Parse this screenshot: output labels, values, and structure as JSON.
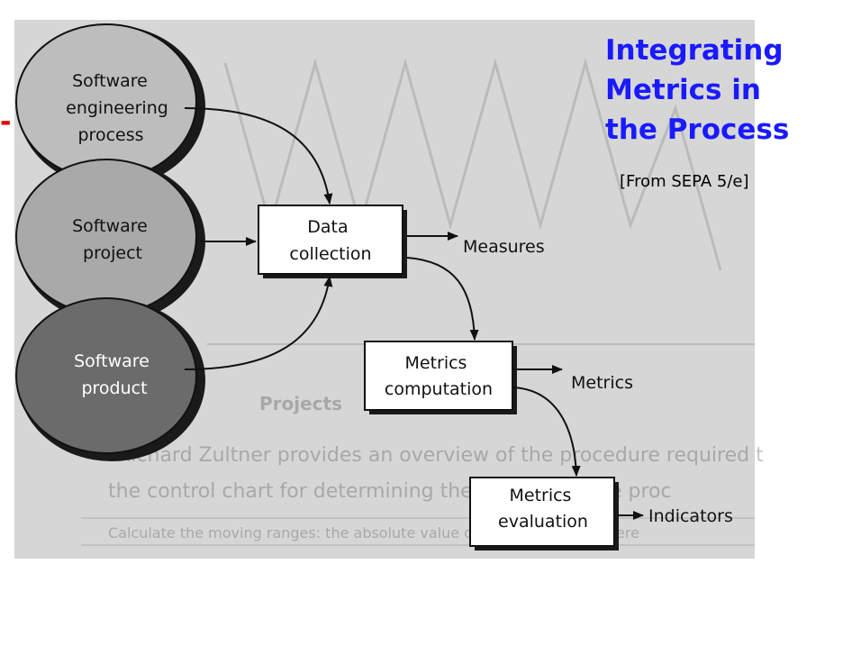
{
  "slide": {
    "title_lines": [
      "Integrating",
      "Metrics in",
      "the Process"
    ],
    "source": "[From SEPA 5/e]",
    "marker": "-"
  },
  "diagram": {
    "circles": [
      {
        "lines": [
          "Software",
          "engineering",
          "process"
        ],
        "fill": "#bdbdbd"
      },
      {
        "lines": [
          "Software",
          "project"
        ],
        "fill": "#a9a9a9"
      },
      {
        "lines": [
          "Software",
          "product"
        ],
        "fill": "#6b6b6b",
        "text_color": "#ffffff"
      }
    ],
    "boxes": [
      {
        "lines": [
          "Data",
          "collection"
        ]
      },
      {
        "lines": [
          "Metrics",
          "computation"
        ]
      },
      {
        "lines": [
          "Metrics",
          "evaluation"
        ]
      }
    ],
    "outputs": [
      "Measures",
      "Metrics",
      "Indicators"
    ]
  },
  "background_text": {
    "heading": "Projects",
    "line1": "Richard Zultner provides an overview of the procedure required t",
    "line2": "the control chart for determining the stability of the proc",
    "line3": "Calculate the moving ranges: the absolute value of the successive differe"
  },
  "colors": {
    "title": "#1a1aff",
    "marker": "#e00000",
    "scan_bg": "#d6d6d6"
  }
}
